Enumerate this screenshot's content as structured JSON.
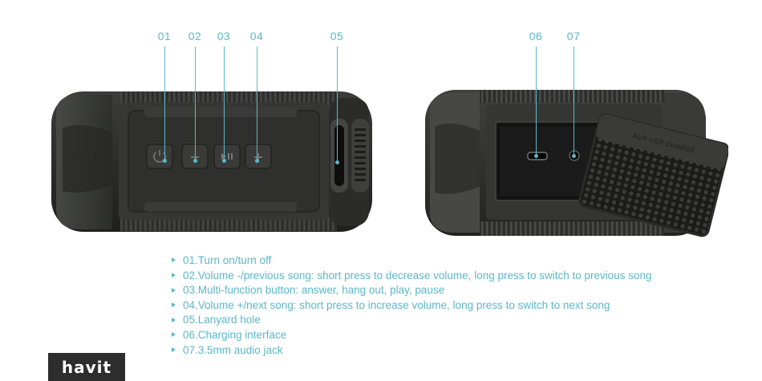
{
  "callouts": [
    {
      "label": "01"
    },
    {
      "label": "02"
    },
    {
      "label": "03"
    },
    {
      "label": "04"
    },
    {
      "label": "05"
    },
    {
      "label": "06"
    },
    {
      "label": "07"
    }
  ],
  "cover_label": "AUX USB CHARGE",
  "features": [
    "01.Turn on/turn off",
    "02.Volume -/previous song: short press to decrease volume, long press to switch to previous song",
    "03.Multi-function button: answer, hang out, play, pause",
    "04.Volume +/next song: short press to increase volume, long press to switch to next song",
    "05.Lanyard hole",
    "06.Charging interface",
    "07.3.5mm audio jack"
  ],
  "brand": {
    "logo_text": "havit"
  },
  "colors": {
    "accent": "#5bb7c9",
    "device_dark": "#2f302e",
    "device_mid": "#444542",
    "logo_bg": "#2d2d2d"
  },
  "icons": [
    "power-icon",
    "volume-down-icon",
    "play-pause-icon",
    "volume-up-icon",
    "micro-usb-port",
    "audio-jack-port"
  ]
}
